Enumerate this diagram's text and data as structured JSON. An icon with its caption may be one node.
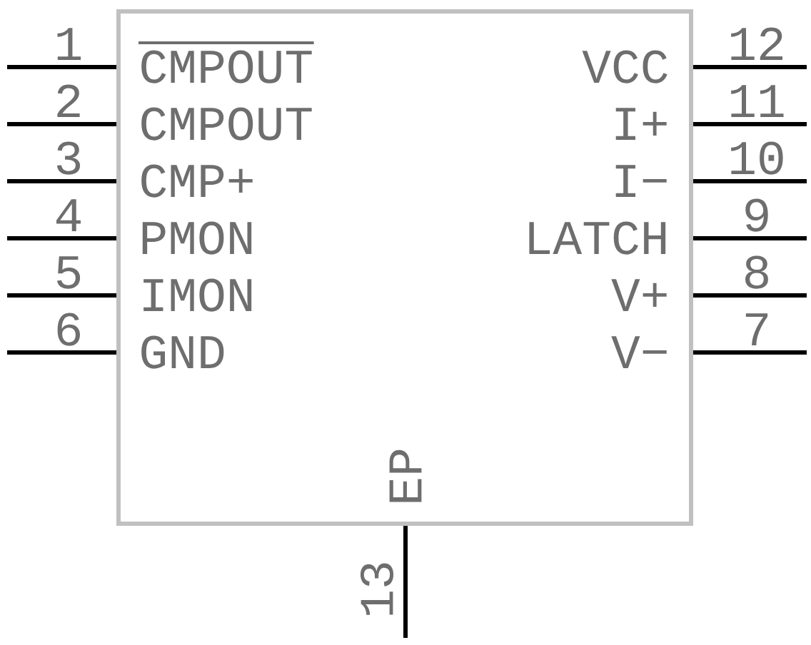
{
  "diagram": {
    "nodes": [
      {
        "text": [],
        "shape": "box"
      }
    ],
    "labels": [
      "1",
      "CMPOUT",
      "VCC",
      "12",
      "2",
      "CMPOUT",
      "I+",
      "11",
      "3",
      "CMP+",
      "I−",
      "10",
      "4",
      "PMON",
      "LATCH",
      "9",
      "5",
      "IMON",
      "V+",
      "8",
      "6",
      "GND",
      "V−",
      "7",
      "EP",
      "13"
    ]
  }
}
